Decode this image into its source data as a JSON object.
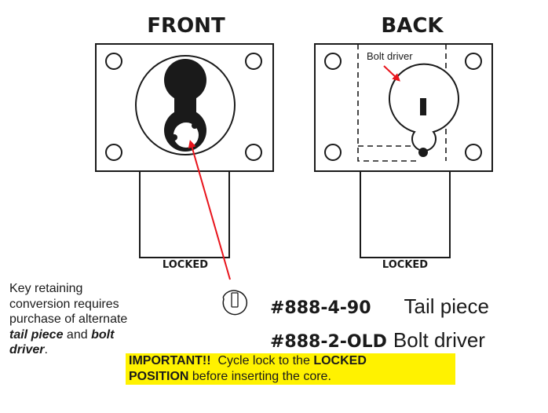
{
  "front_title": "FRONT",
  "back_title": "BACK",
  "front_locked_label": "LOCKED",
  "back_locked_label": "LOCKED",
  "bolt_driver_label": "Bolt driver",
  "description": {
    "line1": "Key retaining",
    "line2": "conversion requires",
    "line3": "purchase of alternate",
    "tail_piece": "tail piece",
    "and": " and ",
    "bolt": "bolt",
    "driver": "driver",
    "period": "."
  },
  "parts": [
    {
      "number": "#888-4-90",
      "name": "Tail piece"
    },
    {
      "number": "#888-2-OLD",
      "name": "Bolt driver"
    }
  ],
  "important": {
    "label": "IMPORTANT!!",
    "text1": "Cycle lock to the",
    "locked": "LOCKED",
    "position": "POSITION",
    "text2": "before inserting the core."
  },
  "colors": {
    "arrow": "#e8141c",
    "highlight": "#fff200",
    "ink": "#1a1a1a"
  },
  "icons": [
    "tail-piece-icon"
  ]
}
